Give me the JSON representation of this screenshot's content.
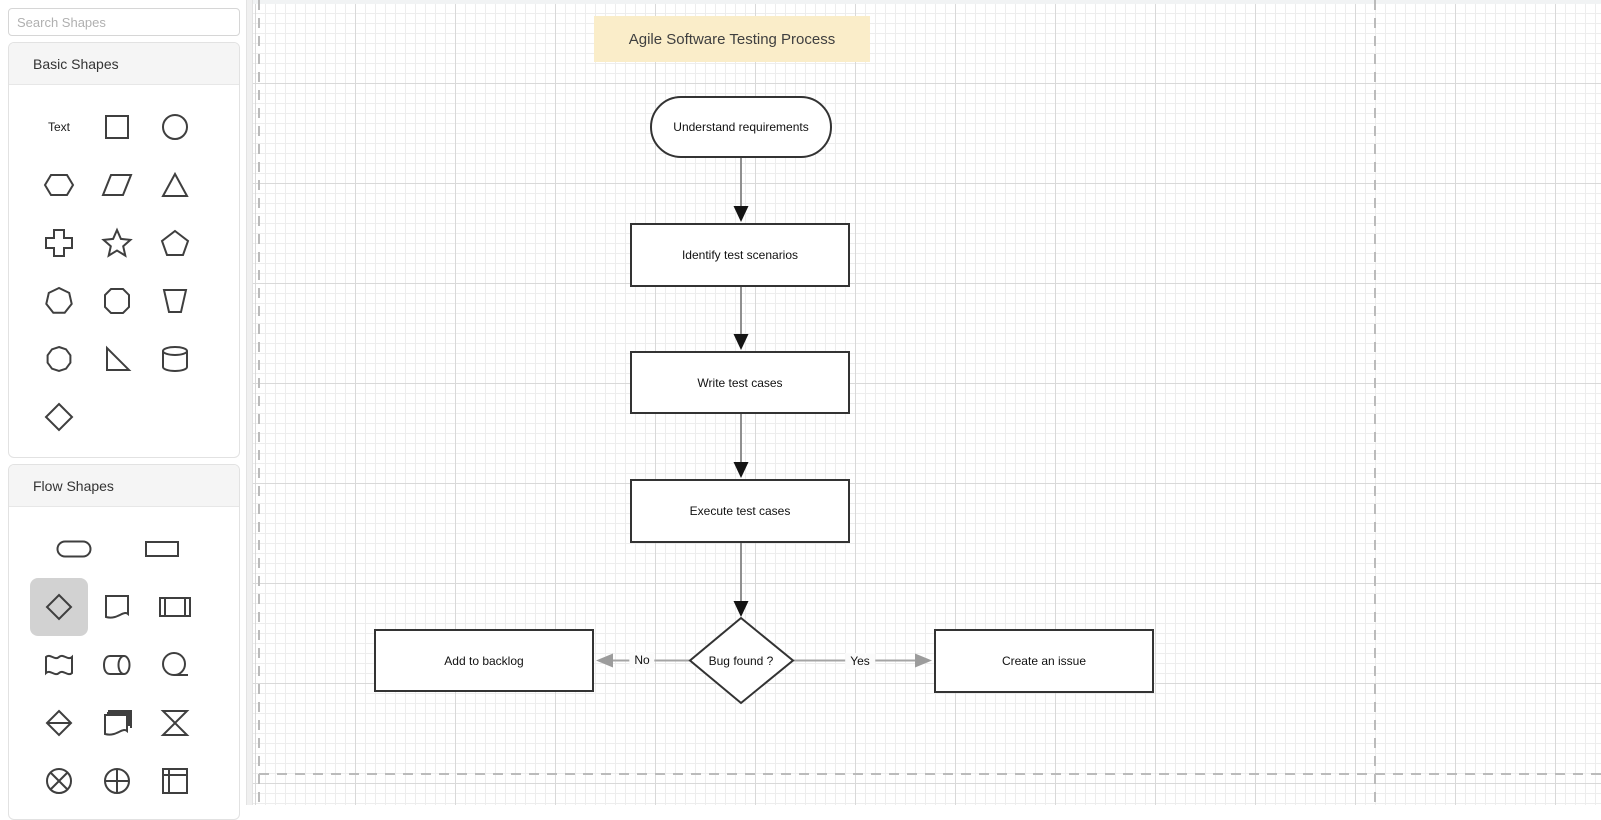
{
  "sidebar": {
    "search": {
      "placeholder": "Search Shapes"
    },
    "sections": [
      {
        "title": "Basic Shapes",
        "shapes": [
          {
            "name": "text",
            "label": "Text"
          },
          {
            "name": "square"
          },
          {
            "name": "circle"
          },
          {
            "name": "hexagon"
          },
          {
            "name": "parallelogram"
          },
          {
            "name": "triangle"
          },
          {
            "name": "cross"
          },
          {
            "name": "star"
          },
          {
            "name": "pentagon"
          },
          {
            "name": "heptagon"
          },
          {
            "name": "octagon"
          },
          {
            "name": "trapezoid"
          },
          {
            "name": "decagon"
          },
          {
            "name": "right-triangle"
          },
          {
            "name": "cylinder"
          },
          {
            "name": "diamond"
          }
        ]
      },
      {
        "title": "Flow Shapes",
        "shapes": [
          {
            "name": "terminator"
          },
          {
            "name": "process"
          },
          {
            "name": "decision",
            "selected": true
          },
          {
            "name": "document"
          },
          {
            "name": "predefined-process"
          },
          {
            "name": "tape"
          },
          {
            "name": "direct-access-storage"
          },
          {
            "name": "sequential-storage"
          },
          {
            "name": "sort"
          },
          {
            "name": "multi-document"
          },
          {
            "name": "collate"
          },
          {
            "name": "summing-junction"
          },
          {
            "name": "or"
          },
          {
            "name": "internal-storage"
          }
        ]
      }
    ]
  },
  "flowchart": {
    "title": "Agile Software Testing Process",
    "nodes": [
      {
        "id": "start",
        "type": "terminator",
        "label": "Understand requirements"
      },
      {
        "id": "identify",
        "type": "process",
        "label": "Identify test scenarios"
      },
      {
        "id": "write",
        "type": "process",
        "label": "Write test cases"
      },
      {
        "id": "execute",
        "type": "process",
        "label": "Execute test cases"
      },
      {
        "id": "decision",
        "type": "decision",
        "label": "Bug found ?"
      },
      {
        "id": "backlog",
        "type": "process",
        "label": "Add to backlog"
      },
      {
        "id": "issue",
        "type": "process",
        "label": "Create an issue"
      }
    ],
    "edges": [
      {
        "from": "start",
        "to": "identify",
        "label": ""
      },
      {
        "from": "identify",
        "to": "write",
        "label": ""
      },
      {
        "from": "write",
        "to": "execute",
        "label": ""
      },
      {
        "from": "execute",
        "to": "decision",
        "label": ""
      },
      {
        "from": "decision",
        "to": "backlog",
        "label": "No"
      },
      {
        "from": "decision",
        "to": "issue",
        "label": "Yes"
      }
    ]
  },
  "colors": {
    "title_fill": "#faedc9",
    "node_border": "#333333",
    "grid_minor": "#ededed",
    "grid_major": "#d9d9d9",
    "page_border_dash": "#bbbbbb",
    "selected_tile": "#d2d2d2",
    "connector": "#8f8f8f",
    "arrowhead_dark": "#141414",
    "arrowhead_gray": "#9c9c9c"
  }
}
